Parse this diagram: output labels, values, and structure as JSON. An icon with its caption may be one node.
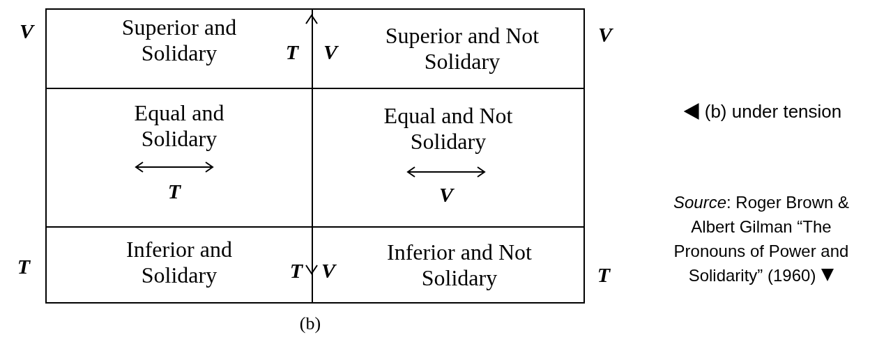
{
  "diagram": {
    "nodes": [
      {
        "text": [
          "Superior and Solidary"
        ]
      },
      {
        "text": [
          "Superior and Not Solidary"
        ]
      },
      {
        "text": [
          "Equal and Solidary"
        ]
      },
      {
        "text": [
          "Equal and Not Solidary"
        ]
      },
      {
        "text": [
          "Inferior and Solidary"
        ]
      },
      {
        "text": [
          "Inferior and Not Solidary"
        ]
      }
    ],
    "edges": [],
    "labels": [
      "V",
      "T",
      "V",
      "V",
      "T",
      "V",
      "T",
      "T",
      "V",
      "T",
      "(b)",
      "(b) under tension",
      "*Source*: Roger Brown & Albert Gilman “The Pronouns of Power and Solidarity” (1960)"
    ]
  }
}
